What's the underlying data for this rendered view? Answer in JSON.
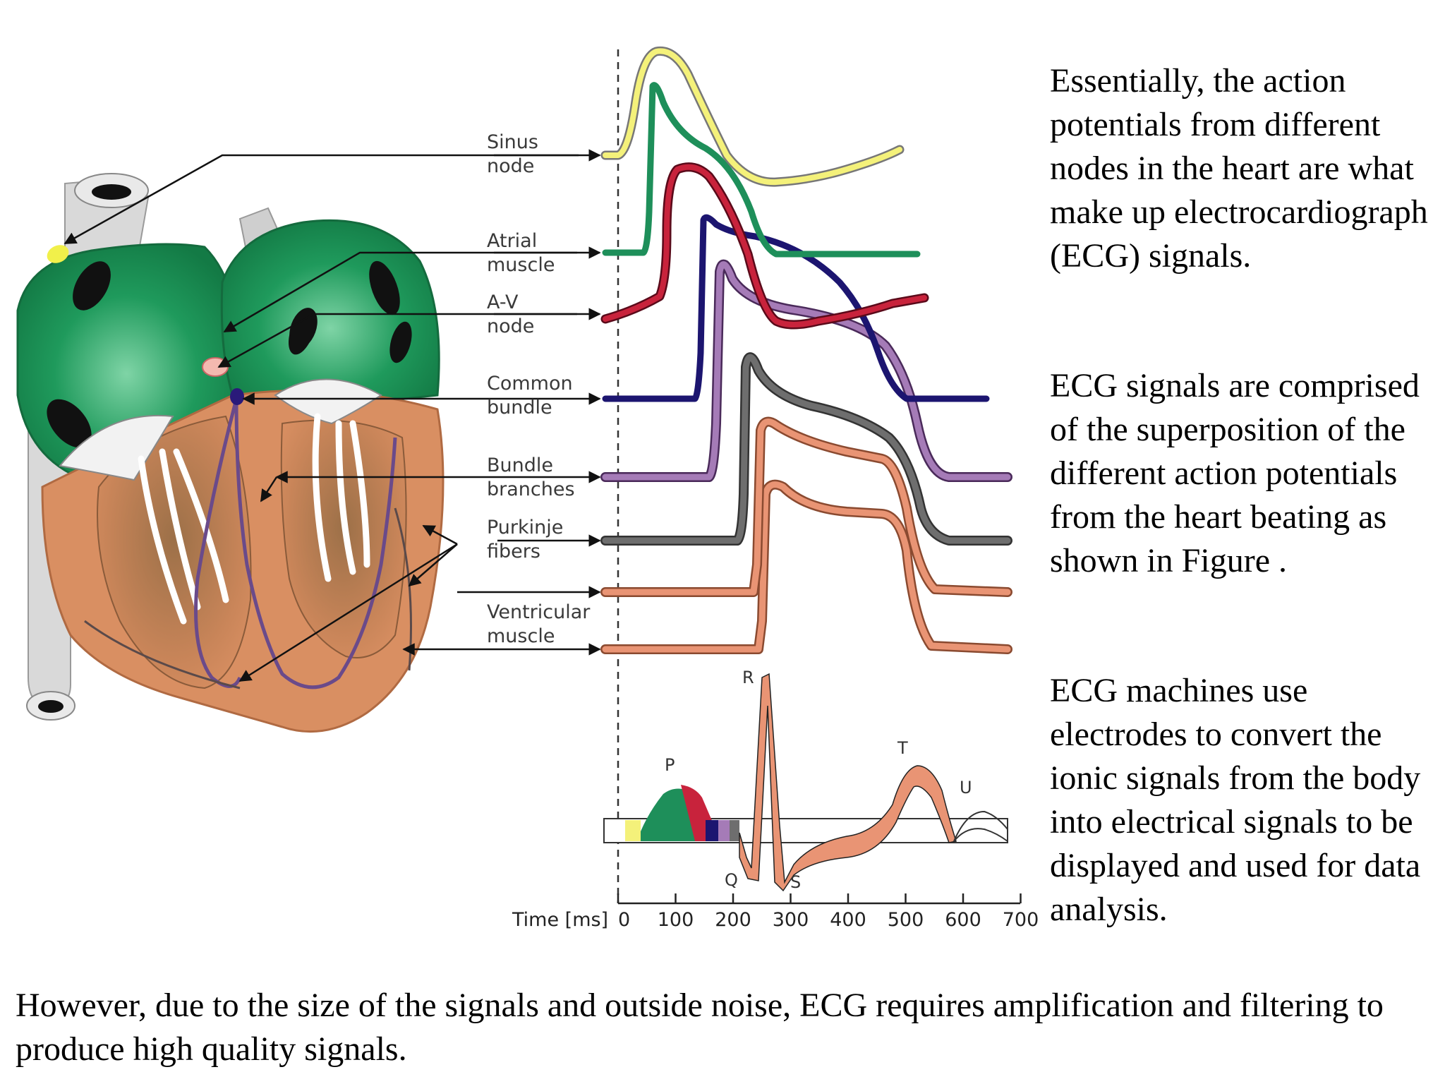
{
  "diagram": {
    "labels": {
      "sinus": [
        "Sinus",
        "node"
      ],
      "atrial": [
        "Atrial",
        "muscle"
      ],
      "av": [
        "A-V",
        "node"
      ],
      "common": [
        "Common",
        "bundle"
      ],
      "branches": [
        "Bundle",
        "branches"
      ],
      "purkinje": [
        "Purkinje",
        "fibers"
      ],
      "ventricular": [
        "Ventricular",
        "muscle"
      ]
    },
    "time_axis": {
      "label": "Time [ms]",
      "ticks": [
        "0",
        "100",
        "200",
        "300",
        "400",
        "500",
        "600",
        "700"
      ]
    },
    "ecg_waves": [
      "P",
      "Q",
      "R",
      "S",
      "T",
      "U"
    ],
    "colors": {
      "sinus": "#f4f17a",
      "atrial": "#1e8f5a",
      "av": "#c8233c",
      "common": "#1c1570",
      "branches": "#a57bb7",
      "purkinje": "#6e6e6e",
      "ventricular": "#e99474",
      "heart_green": "#1f9a5c",
      "heart_brown": "#d88a60"
    }
  },
  "text": {
    "paragraph1": "Essentially, the action potentials from different nodes in the heart are what make up electrocardiograph (ECG) signals.",
    "paragraph2": "ECG signals are comprised of the superposition of the different action potentials from the heart beating as shown in Figure .",
    "paragraph3": "ECG machines use electrodes to convert the ionic signals from the body into electrical signals to be displayed and used for data analysis.",
    "bottom": "However, due to the size of the signals and outside noise, ECG requires amplification and filtering to produce high quality signals."
  }
}
